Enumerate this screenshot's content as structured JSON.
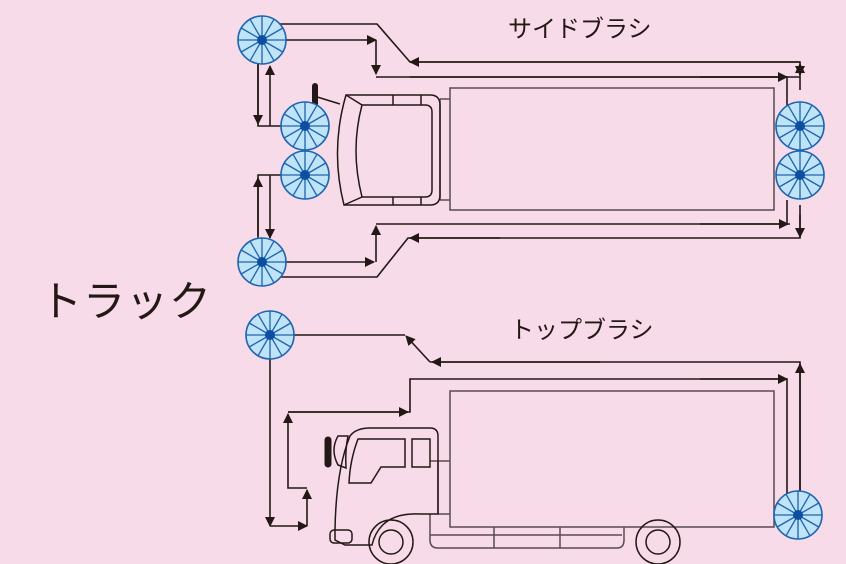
{
  "diagram": {
    "title": "トラック",
    "sections": [
      {
        "id": "side",
        "label": "サイドブラシ",
        "brush_count": 6
      },
      {
        "id": "top",
        "label": "トップブラシ",
        "brush_count": 2
      }
    ]
  },
  "colors": {
    "background": "#f8dbe9",
    "brush_fill": "#bfe3f7",
    "brush_stroke": "#1e64b0",
    "brush_hub": "#0d4f9e",
    "line": "#231815",
    "truck_stroke": "#5a4a50"
  },
  "icons": {
    "brush": "rotating-brush-icon",
    "arrow": "arrowhead"
  }
}
